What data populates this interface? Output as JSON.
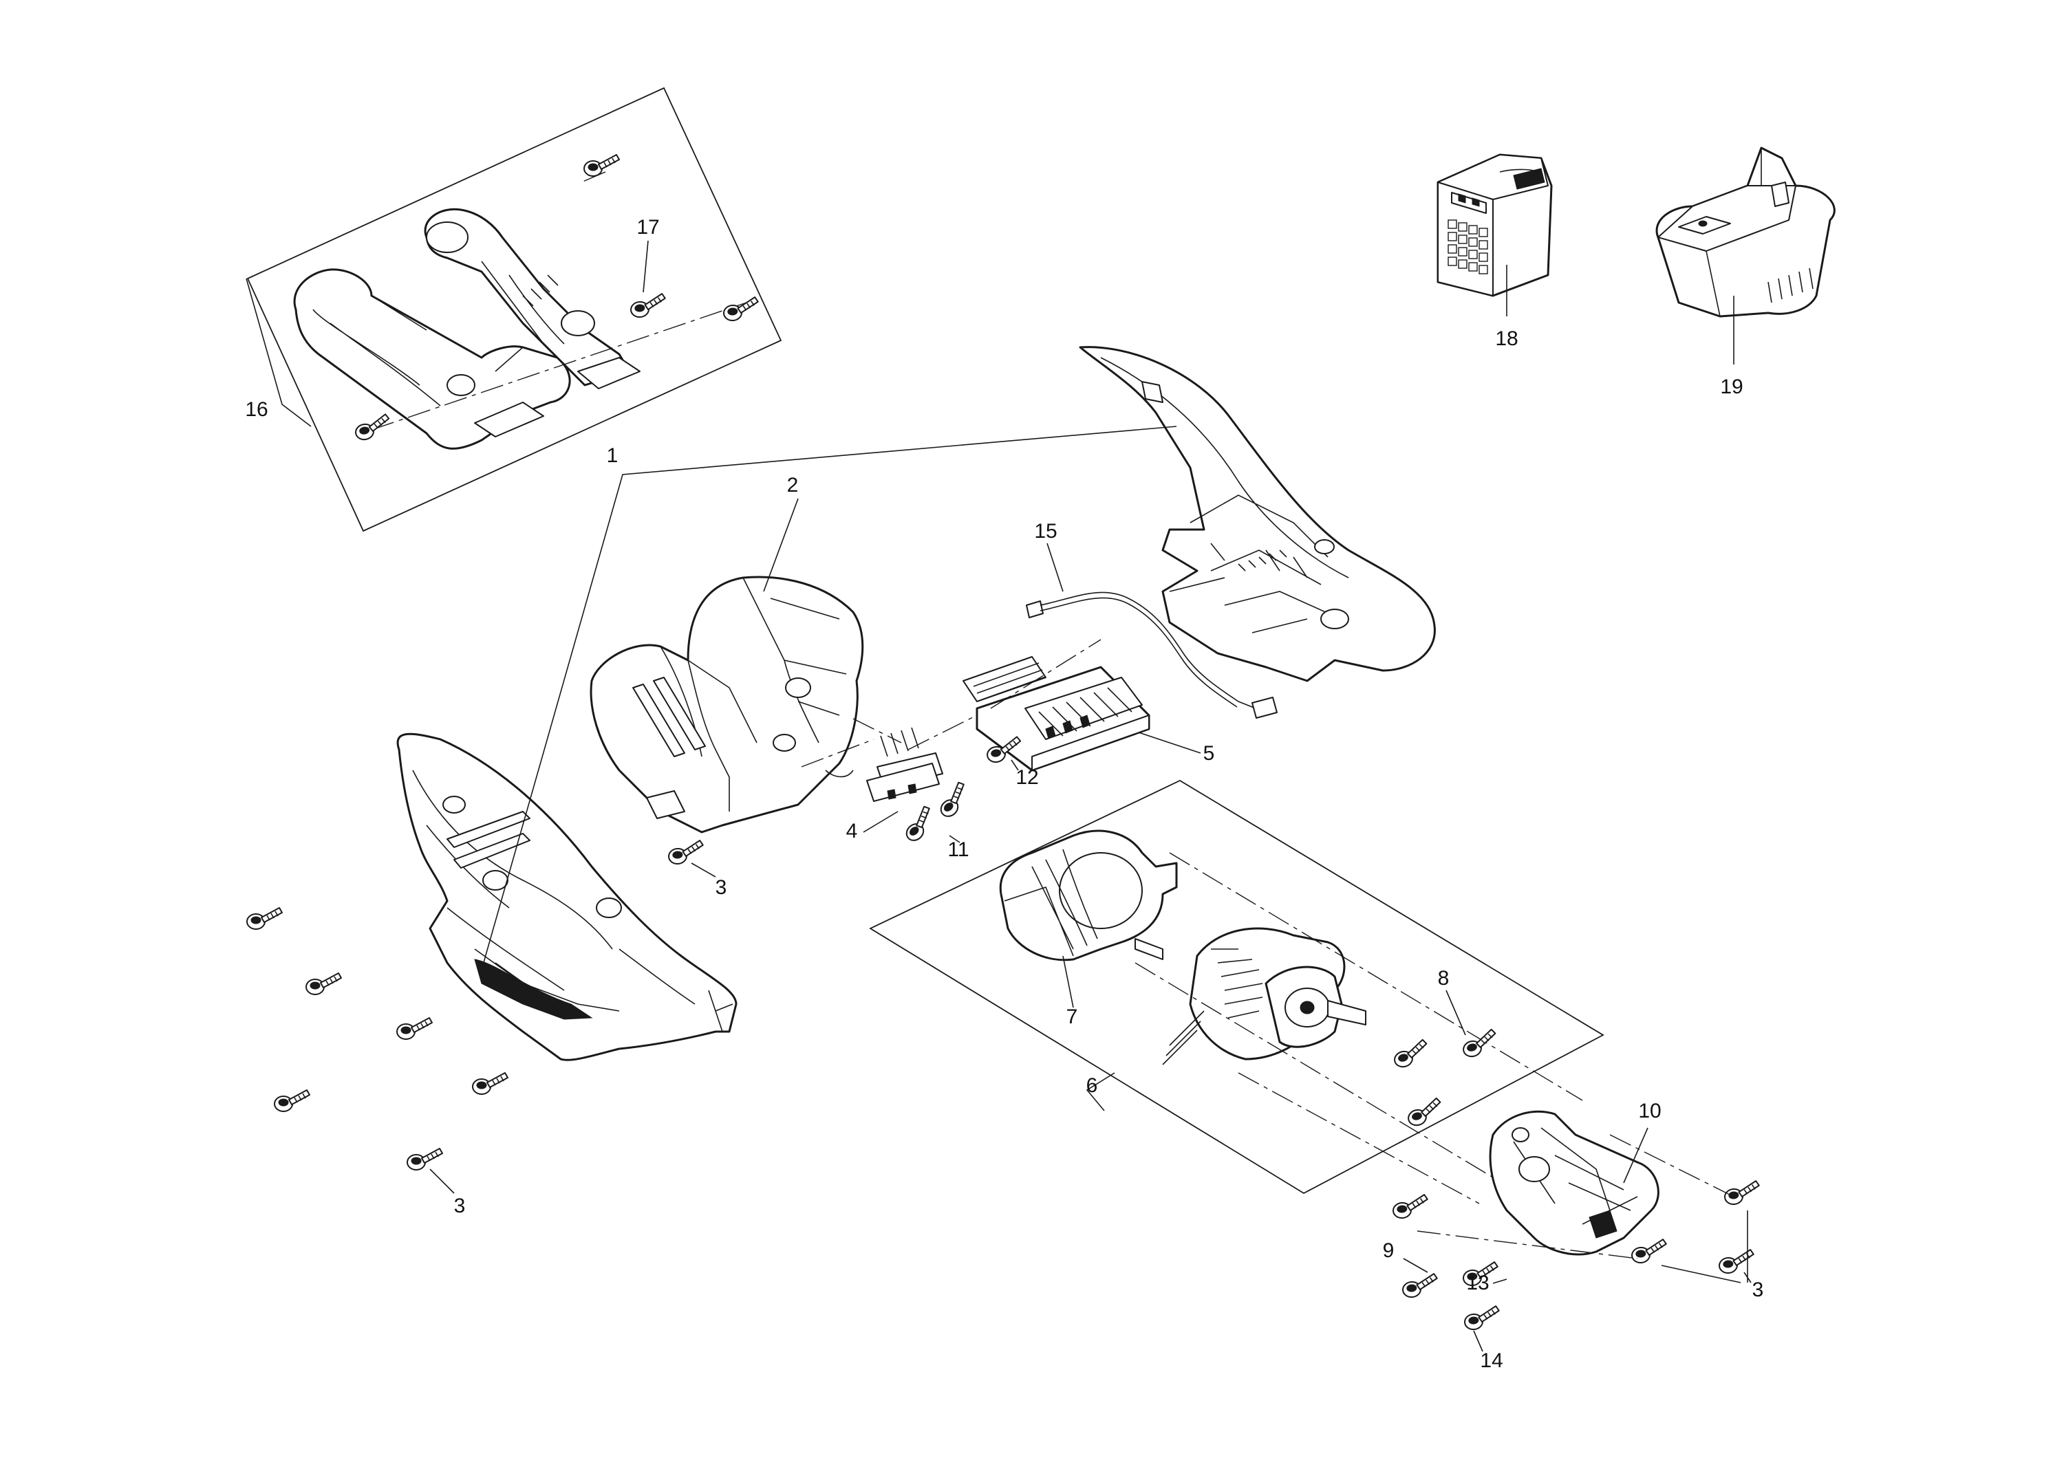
{
  "callouts": [
    {
      "id": "c1",
      "label": "1"
    },
    {
      "id": "c2",
      "label": "2"
    },
    {
      "id": "c3a",
      "label": "3"
    },
    {
      "id": "c3b",
      "label": "3"
    },
    {
      "id": "c3c",
      "label": "3"
    },
    {
      "id": "c4",
      "label": "4"
    },
    {
      "id": "c5",
      "label": "5"
    },
    {
      "id": "c6",
      "label": "6"
    },
    {
      "id": "c7",
      "label": "7"
    },
    {
      "id": "c8",
      "label": "8"
    },
    {
      "id": "c9",
      "label": "9"
    },
    {
      "id": "c10",
      "label": "10"
    },
    {
      "id": "c11",
      "label": "11"
    },
    {
      "id": "c12",
      "label": "12"
    },
    {
      "id": "c13",
      "label": "13"
    },
    {
      "id": "c14",
      "label": "14"
    },
    {
      "id": "c15",
      "label": "15"
    },
    {
      "id": "c16",
      "label": "16"
    },
    {
      "id": "c17",
      "label": "17"
    },
    {
      "id": "c18",
      "label": "18"
    },
    {
      "id": "c19",
      "label": "19"
    }
  ],
  "colors": {
    "line": "#1a1a1a",
    "background": "#ffffff"
  }
}
